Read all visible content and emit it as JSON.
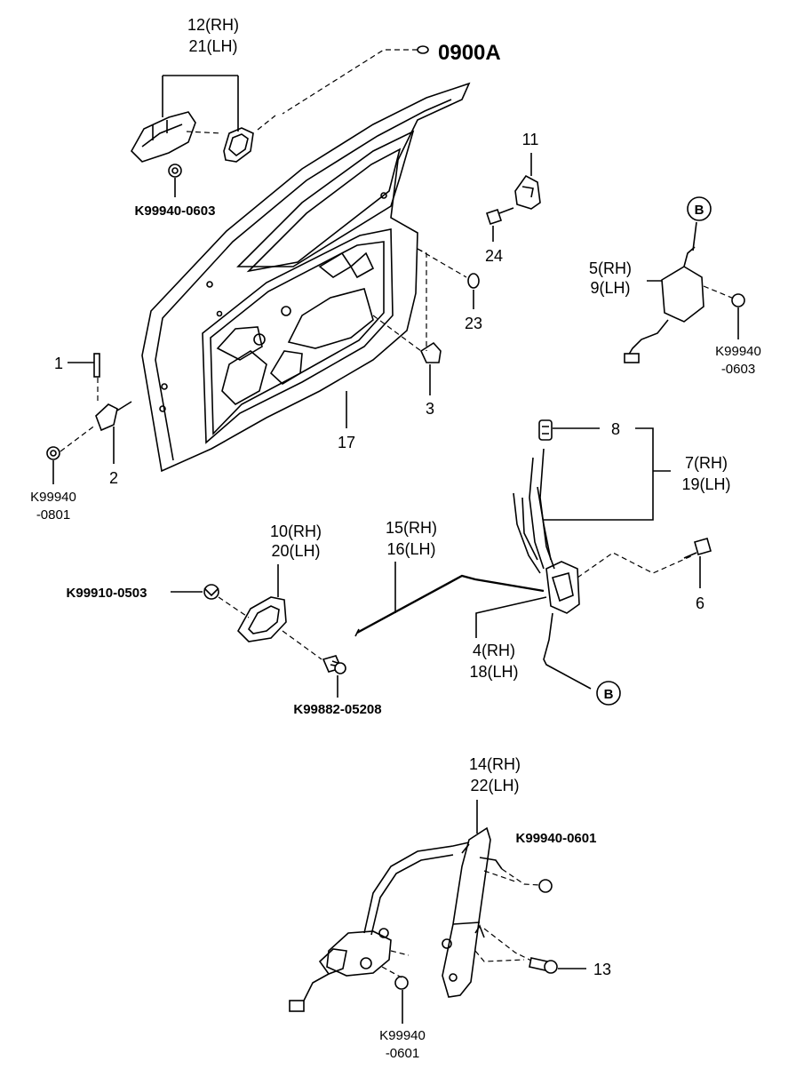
{
  "diagram": {
    "reference_code": "0900A",
    "callouts": {
      "p12_21": [
        "12(RH)",
        "21(LH)"
      ],
      "nut_top": "K99940-0603",
      "p11": "11",
      "p24": "24",
      "p23": "23",
      "p3": "3",
      "p17": "17",
      "p1": "1",
      "p2": "2",
      "nut_left": [
        "K99940",
        "-0801"
      ],
      "marker_b": "B",
      "p5_9": [
        "5(RH)",
        "9(LH)"
      ],
      "nut_right": [
        "K99940",
        "-0603"
      ],
      "p8": "8",
      "p7_19": [
        "7(RH)",
        "19(LH)"
      ],
      "p6": "6",
      "p10_20": [
        "10(RH)",
        "20(LH)"
      ],
      "clip_left": "K99910-0503",
      "screw_bottom": "K99882-05208",
      "p15_16": [
        "15(RH)",
        "16(LH)"
      ],
      "p4_18": [
        "4(RH)",
        "18(LH)"
      ],
      "p14_22": [
        "14(RH)",
        "22(LH)"
      ],
      "nut_regulator_top": "K99940-0601",
      "p13": "13",
      "nut_regulator_bottom": [
        "K99940",
        "-0601"
      ]
    }
  }
}
